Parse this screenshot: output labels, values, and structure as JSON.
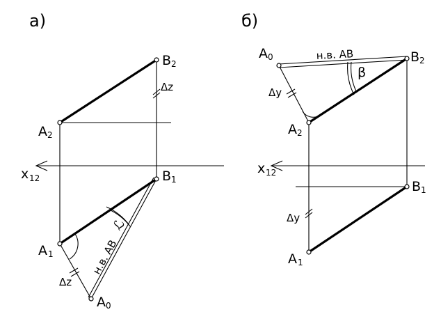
{
  "panels": {
    "a": {
      "caption": "а)",
      "points": {
        "B2": "B",
        "A2": "A",
        "B1": "B",
        "A1": "A",
        "A0": "A"
      },
      "subs": {
        "B2": "2",
        "A2": "2",
        "B1": "1",
        "A1": "1",
        "A0": "0"
      },
      "axis": {
        "x": "x",
        "sub": "12"
      },
      "dz_top": "Δz",
      "dz_bottom": "Δz",
      "true_length": "н.в. AB",
      "angle": "ℒ"
    },
    "b": {
      "caption": "б)",
      "points": {
        "A0": "A",
        "B2": "B",
        "A2": "A",
        "B1": "B",
        "A1": "A"
      },
      "subs": {
        "A0": "0",
        "B2": "2",
        "A2": "2",
        "B1": "1",
        "A1": "1"
      },
      "axis": {
        "x": "x",
        "sub": "12"
      },
      "dy_top": "Δy",
      "dy_bottom": "Δy",
      "true_length": "н.в. AB",
      "angle": "β"
    }
  }
}
